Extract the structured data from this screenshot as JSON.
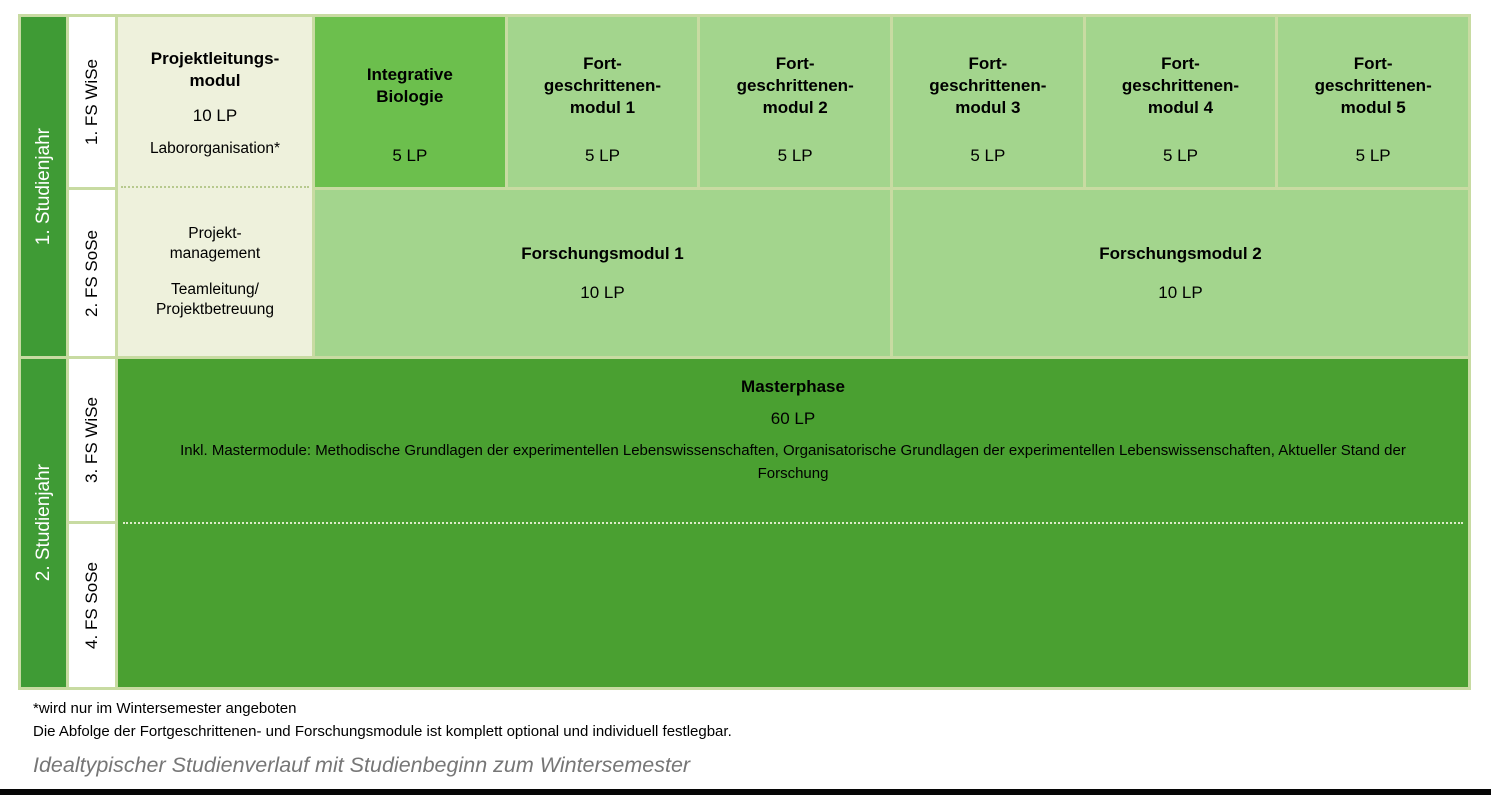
{
  "palette": {
    "year_bar": "#3f9b35",
    "masterphase_bg": "#4aa031",
    "integrative_bg": "#6cbf4d",
    "light_module_bg": "#a3d58d",
    "project_bg": "#eef1dc",
    "border": "#c8dba2",
    "caption_color": "#767676",
    "bottom_bar": "#060606"
  },
  "years": [
    {
      "label": "1. Studienjahr"
    },
    {
      "label": "2. Studienjahr"
    }
  ],
  "semesters": [
    {
      "label": "1. FS WiSe"
    },
    {
      "label": "2. FS SoSe"
    },
    {
      "label": "3. FS WiSe"
    },
    {
      "label": "4. FS SoSe"
    }
  ],
  "project_module": {
    "title": "Projektleitungs-\nmodul",
    "credits": "10 LP",
    "note": "Labororganisation*",
    "part2_line1": "Projekt-\nmanagement",
    "part2_line2": "Teamleitung/\nProjektbetreuung"
  },
  "integrative_module": {
    "title": "Integrative\nBiologie",
    "credits": "5 LP"
  },
  "advanced_modules": [
    {
      "title": "Fort-\ngeschrittenen-\nmodul 1",
      "credits": "5 LP"
    },
    {
      "title": "Fort-\ngeschrittenen-\nmodul 2",
      "credits": "5 LP"
    },
    {
      "title": "Fort-\ngeschrittenen-\nmodul 3",
      "credits": "5 LP"
    },
    {
      "title": "Fort-\ngeschrittenen-\nmodul 4",
      "credits": "5 LP"
    },
    {
      "title": "Fort-\ngeschrittenen-\nmodul 5",
      "credits": "5 LP"
    }
  ],
  "research_modules": [
    {
      "title": "Forschungsmodul 1",
      "credits": "10 LP"
    },
    {
      "title": "Forschungsmodul 2",
      "credits": "10 LP"
    }
  ],
  "masterphase": {
    "title": "Masterphase",
    "credits": "60 LP",
    "description": "Inkl. Mastermodule: Methodische Grundlagen der experimentellen Lebenswissenschaften, Organisatorische Grundlagen der experimentellen Lebenswissenschaften, Aktueller Stand der Forschung"
  },
  "footnotes": [
    "*wird nur im Wintersemester angeboten",
    "Die Abfolge der Fortgeschrittenen- und Forschungsmodule ist komplett optional und individuell festlegbar."
  ],
  "caption": "Idealtypischer Studienverlauf mit Studienbeginn zum Wintersemester"
}
